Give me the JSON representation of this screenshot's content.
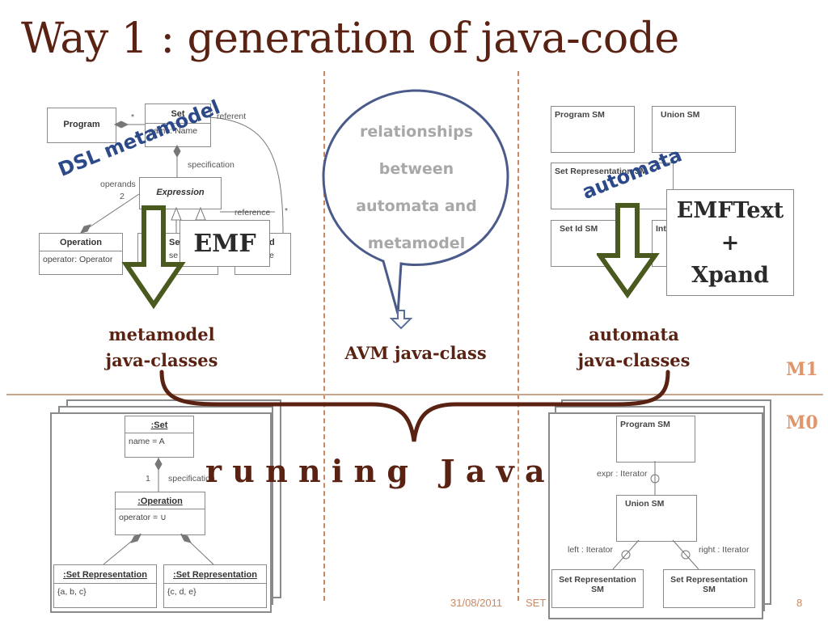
{
  "slide": {
    "title": "Way 1 : generation of java-code",
    "footer": {
      "date": "31/08/2011",
      "event": "SET",
      "page": "8"
    }
  },
  "metamodel_diagram": {
    "program": "Program",
    "set": {
      "title": "Set",
      "attr": "name: Name"
    },
    "expression": "Expression",
    "operation": {
      "title": "Operation",
      "attr": "operator: Operator"
    },
    "set_partial": "Set",
    "set_partial_2": "se",
    "d_partial": "d",
    "e_partial": "e",
    "labels": {
      "star1": "*",
      "star2": "*",
      "referent": "referent",
      "specification": "specification",
      "reference": "reference",
      "operands": "operands",
      "two": "2"
    },
    "overlay_label": "DSL metamodel",
    "emf_label": "EMF"
  },
  "bubble": {
    "lines": [
      "relationships",
      "between",
      "automata and",
      "metamodel"
    ]
  },
  "automata_diagram": {
    "boxes": [
      "Program SM",
      "Union SM",
      "Set Representation SM",
      "Set Id SM",
      "Int"
    ],
    "overlay_label": "automata",
    "emf_label_lines": [
      "EMFText",
      "+",
      "Xpand"
    ]
  },
  "outputs": {
    "metamodel_classes": [
      "metamodel",
      "java-classes"
    ],
    "avm_class": "AVM java-class",
    "automata_classes": [
      "automata",
      "java-classes"
    ]
  },
  "levels": {
    "m1": "M1",
    "m0": "M0"
  },
  "running_java": "r u n n i n g   J a v a",
  "instance_left": {
    "set": {
      "title": ":Set",
      "attr": "name = A"
    },
    "multiplicity": "1",
    "specification": "specification",
    "operation": {
      "title": ":Operation",
      "attr": "operator = ∪"
    },
    "set_rep_1": {
      "title": ":Set Representation",
      "attr": "{a, b, c}"
    },
    "set_rep_2": {
      "title": ":Set Representation",
      "attr": "{c, d, e}"
    }
  },
  "instance_right": {
    "program_sm": "Program SM",
    "expr_label": "expr : Iterator",
    "union_sm": "Union SM",
    "left_label": "left : Iterator",
    "right_label": "right : Iterator",
    "set_rep_1": "Set Representation SM",
    "set_rep_2": "Set Representation SM"
  },
  "colors": {
    "brown": "#5a2212",
    "arrow_green": "#4a5a1e",
    "accent_orange": "#e0956a",
    "blue": "#2c4a8a"
  }
}
